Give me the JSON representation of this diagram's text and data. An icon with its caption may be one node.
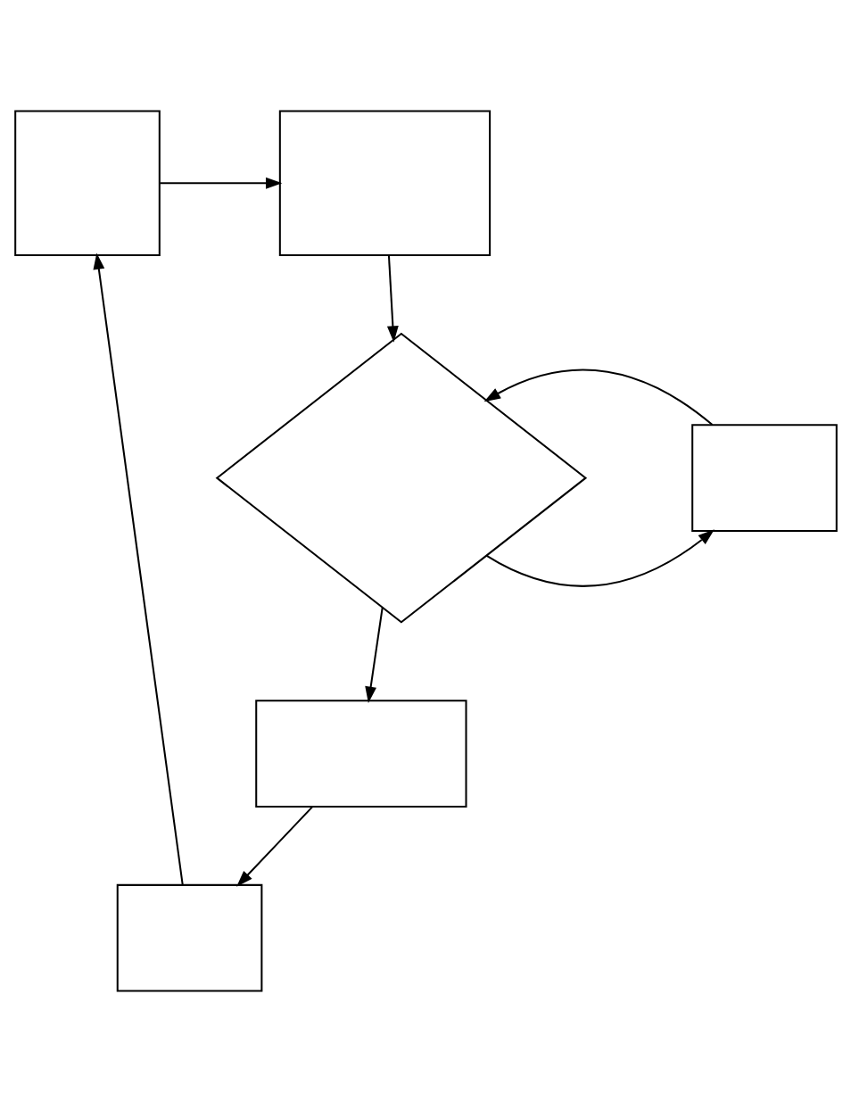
{
  "diagram": {
    "nodes": [
      {
        "text": [],
        "shape": "box"
      },
      {
        "text": [],
        "shape": "box"
      },
      {
        "text": [],
        "shape": "diamond"
      },
      {
        "text": [],
        "shape": "box"
      },
      {
        "text": [],
        "shape": "box"
      },
      {
        "text": [],
        "shape": "box"
      }
    ],
    "edges": [
      {
        "from": 0,
        "to": 1,
        "arrow": "to"
      },
      {
        "from": 1,
        "to": 2,
        "arrow": "to"
      },
      {
        "from": 2,
        "to": 3,
        "arrow": "to"
      },
      {
        "from": 3,
        "to": 2,
        "arrow": "to"
      },
      {
        "from": 2,
        "to": 4,
        "arrow": "to"
      },
      {
        "from": 4,
        "to": 5,
        "arrow": "to"
      },
      {
        "from": 5,
        "to": 0,
        "arrow": "to"
      }
    ]
  }
}
